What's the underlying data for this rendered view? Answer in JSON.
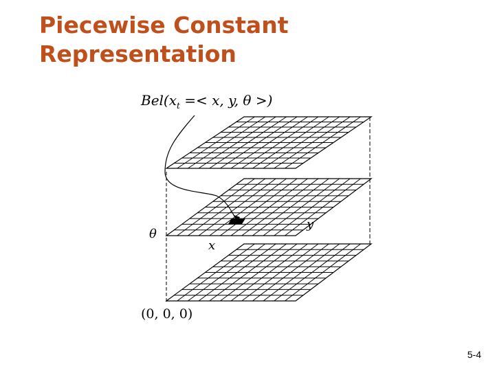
{
  "title": {
    "line1": "Piecewise Constant",
    "line2": "Representation"
  },
  "figure": {
    "belief_label": "Bel(x_t =< x, y, θ >)",
    "belief_main": "Bel(x",
    "belief_sub": "t",
    "belief_rest": " =< x, y, θ >)",
    "axis_theta": "θ",
    "axis_x": "x",
    "axis_y": "y",
    "origin_label": "(0, 0, 0)",
    "grid_layers": 3,
    "highlighted_cell": "filled black cell on middle layer"
  },
  "slide_number": "5-4",
  "colors": {
    "title": "#c0501b",
    "lines": "#000000"
  }
}
